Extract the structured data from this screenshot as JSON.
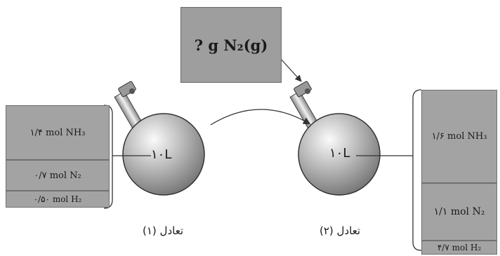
{
  "question_box": {
    "text": "? g N₂(g)"
  },
  "flask1": {
    "volume": "۱۰L",
    "caption": "تعادل (۱)",
    "rows": [
      "۱/۴ mol NH₃",
      "۰/۷ mol N₂",
      "۰/۵۰ mol H₂"
    ]
  },
  "flask2": {
    "volume": "۱۰L",
    "caption": "تعادل (۲)",
    "rows": [
      "۱/۶ mol NH₃",
      "۱/۱ mol N₂",
      "۴/۷ mol H₂"
    ]
  }
}
